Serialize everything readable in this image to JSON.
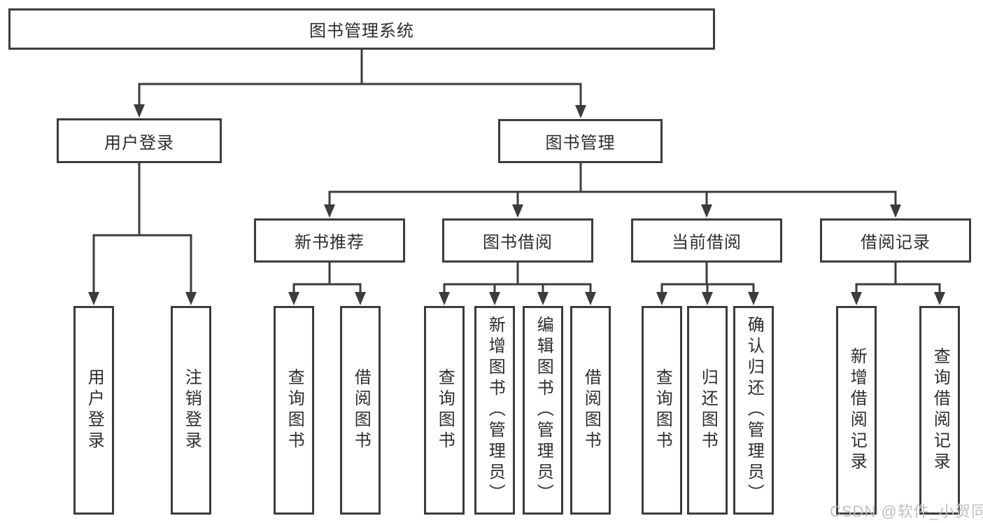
{
  "diagram": {
    "tree": {
      "label": "图书管理系统",
      "children": [
        {
          "label": "用户登录",
          "children": [
            {
              "label": "用户登录"
            },
            {
              "label": "注销登录"
            }
          ]
        },
        {
          "label": "图书管理",
          "children": [
            {
              "label": "新书推荐",
              "children": [
                {
                  "label": "查询图书"
                },
                {
                  "label": "借阅图书"
                }
              ]
            },
            {
              "label": "图书借阅",
              "children": [
                {
                  "label": "查询图书"
                },
                {
                  "label": "新增图书（管理员）"
                },
                {
                  "label": "编辑图书（管理员）"
                },
                {
                  "label": "借阅图书"
                }
              ]
            },
            {
              "label": "当前借阅",
              "children": [
                {
                  "label": "查询图书"
                },
                {
                  "label": "归还图书"
                },
                {
                  "label": "确认归还（管理员）"
                }
              ]
            },
            {
              "label": "借阅记录",
              "children": [
                {
                  "label": "新增借阅记录"
                },
                {
                  "label": "查询借阅记录"
                }
              ]
            }
          ]
        }
      ]
    },
    "colors": {
      "line": "#3c3c3c",
      "box_border": "#3c3c3c",
      "box_fill": "#ffffff",
      "text": "#2d2d2d",
      "background": "#ffffff",
      "watermark": "#b9bdc4"
    }
  },
  "watermark": {
    "text": "CSDN @软件_小贺同学"
  }
}
